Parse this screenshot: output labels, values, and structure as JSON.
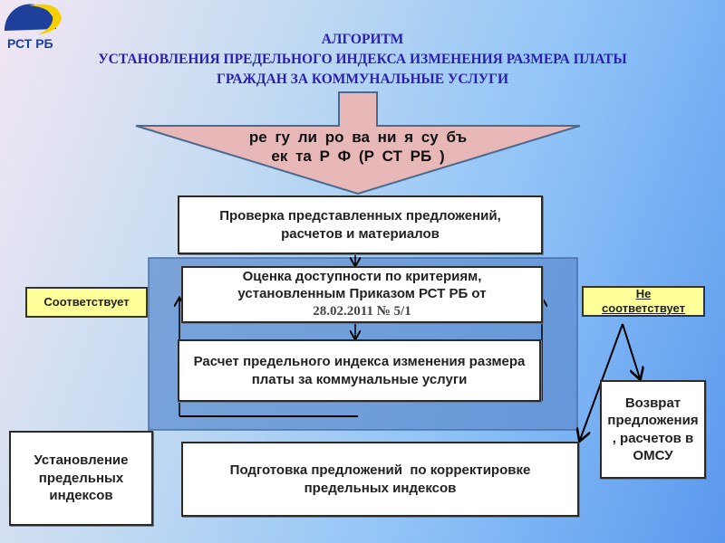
{
  "logo": {
    "text": "РСТ РБ"
  },
  "title": {
    "line1": "АЛГОРИТМ",
    "line2": "УСТАНОВЛЕНИЯ ПРЕДЕЛЬНОГО ИНДЕКСА ИЗМЕНЕНИЯ РАЗМЕРА ПЛАТЫ",
    "line3": "ГРАЖДАН ЗА КОММУНАЛЬНЫЕ УСЛУГИ"
  },
  "arrow_text": [
    "ре",
    "гу",
    "ли",
    "ро",
    "ва",
    "ни",
    "я",
    "су",
    "бъ",
    "ек",
    "та",
    "Р",
    "Ф",
    "(Р",
    "СТ",
    "РБ",
    ")"
  ],
  "boxes": {
    "check": "Проверка представленных предложений, расчетов и материалов",
    "assess_line1": "Оценка доступности по критериям,",
    "assess_line2": "установленным Приказом РСТ РБ от",
    "assess_date": "28.02.2011 № 5/1",
    "calc": "Расчет предельного индекса изменения размера платы за коммунальные услуги",
    "complies": "Соответствует",
    "not_complies": "Не соответствует",
    "return": "Возврат предложения, расчетов в ОМСУ",
    "establish": "Установление предельных индексов",
    "prepare": "Подготовка предложений  по корректировке предельных индексов"
  },
  "colors": {
    "title": "#2a1fb0",
    "arrow_fill": "#e8b8b8",
    "label_fill": "#ffff99",
    "container": "#5f8fd0"
  }
}
